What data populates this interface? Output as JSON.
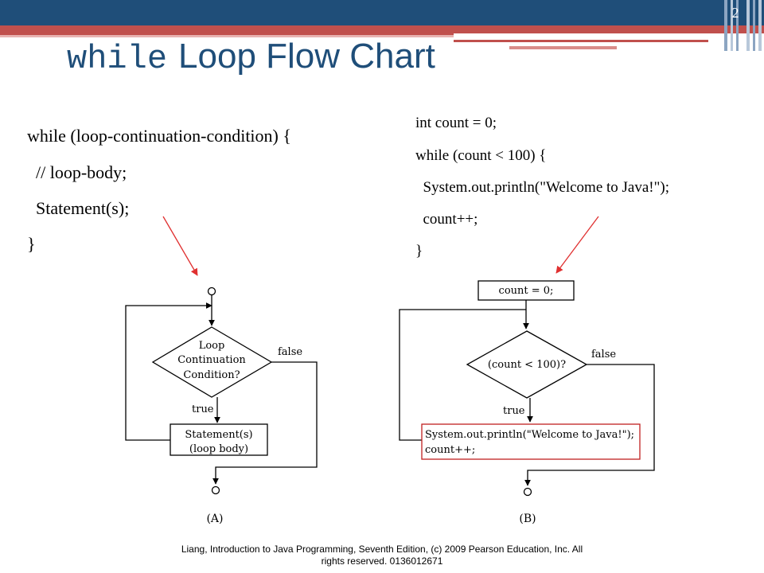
{
  "slide": {
    "number": "2",
    "title_code": "while",
    "title_text": "Loop Flow Chart"
  },
  "left_code": {
    "lines": [
      "while (loop-continuation-condition) {",
      "  // loop-body;",
      "  Statement(s);",
      "}"
    ]
  },
  "right_code": {
    "lines": [
      "int count = 0;",
      "while (count < 100) {",
      "  System.out.println(\"Welcome to Java!\");",
      "  count++;",
      "}"
    ]
  },
  "diagram_a": {
    "condition_lines": [
      "Loop",
      "Continuation",
      "Condition?"
    ],
    "body_lines": [
      "Statement(s)",
      "(loop body)"
    ],
    "false_label": "false",
    "true_label": "true",
    "caption": "(A)"
  },
  "diagram_b": {
    "init": "count = 0;",
    "condition": "(count < 100)?",
    "body_lines": [
      "System.out.println(\"Welcome to Java!\");",
      "count++;"
    ],
    "false_label": "false",
    "true_label": "true",
    "caption": "(B)"
  },
  "footer": {
    "line1": "Liang, Introduction to Java Programming, Seventh Edition, (c) 2009 Pearson Education, Inc. All",
    "line2": "rights reserved. 0136012671"
  },
  "colors": {
    "header_blue": "#1f4e79",
    "accent_red": "#c0504d",
    "arrow_red": "#e03030"
  }
}
